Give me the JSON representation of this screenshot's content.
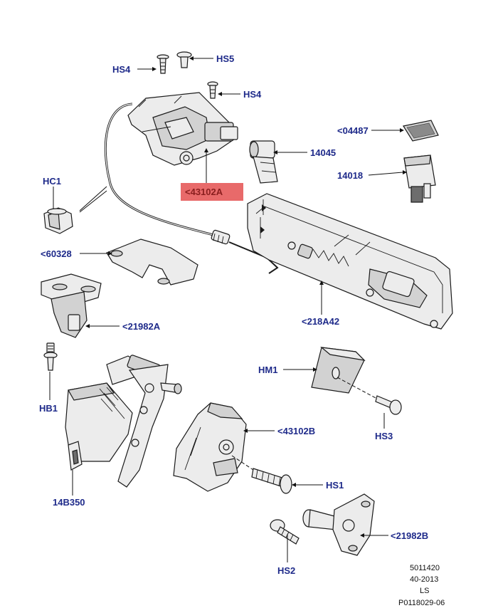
{
  "labels": {
    "HS4_top": "HS4",
    "HS5": "HS5",
    "HS4_mid": "HS4",
    "c04487": "<04487",
    "p14045": "14045",
    "p14018": "14018",
    "HC1": "HC1",
    "c43102A": "<43102A",
    "c60328": "<60328",
    "c218A42": "<218A42",
    "c21982A": "<21982A",
    "HM1": "HM1",
    "HB1": "HB1",
    "c43102B": "<43102B",
    "HS3": "HS3",
    "HS1": "HS1",
    "p14B350": "14B350",
    "c21982B": "<21982B",
    "HS2": "HS2"
  },
  "footer": {
    "line1": "5011420",
    "line2": "40-2013",
    "line3": "LS",
    "line4": "P0118029-06"
  },
  "colors": {
    "label": "#1e2a8a",
    "highlight": "#e86a6a"
  }
}
